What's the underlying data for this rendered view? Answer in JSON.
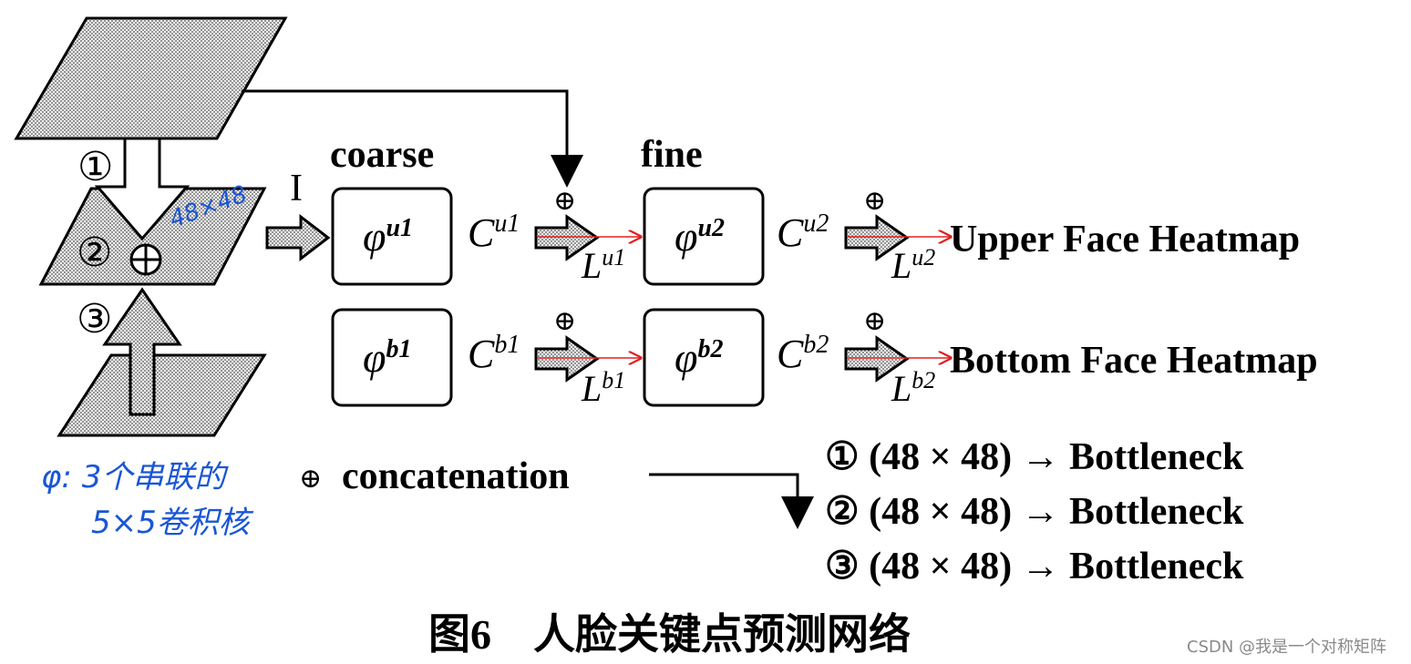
{
  "labels": {
    "coarse": "coarse",
    "fine": "fine",
    "input": "I",
    "step1": "①",
    "step2": "②",
    "step3": "③",
    "oplus": "⊕",
    "concat_symbol": "⊕",
    "concatenation": "concatenation",
    "upper_output": "Upper Face Heatmap",
    "bottom_output": "Bottom Face Heatmap"
  },
  "modules": {
    "phi_u1": {
      "base": "φ",
      "sup": "u1"
    },
    "phi_u2": {
      "base": "φ",
      "sup": "u2"
    },
    "phi_b1": {
      "base": "φ",
      "sup": "b1"
    },
    "phi_b2": {
      "base": "φ",
      "sup": "b2"
    }
  },
  "features": {
    "c_u1": {
      "base": "C",
      "sup": "u1"
    },
    "c_u2": {
      "base": "C",
      "sup": "u2"
    },
    "c_b1": {
      "base": "C",
      "sup": "b1"
    },
    "c_b2": {
      "base": "C",
      "sup": "b2"
    }
  },
  "losses": {
    "l_u1": {
      "base": "L",
      "sup": "u1"
    },
    "l_u2": {
      "base": "L",
      "sup": "u2"
    },
    "l_b1": {
      "base": "L",
      "sup": "b1"
    },
    "l_b2": {
      "base": "L",
      "sup": "b2"
    }
  },
  "legend": [
    "① (48 × 48) → Bottleneck",
    "② (48 × 48) → Bottleneck",
    "③ (48 × 48) → Bottleneck"
  ],
  "annotations": {
    "size_note": "48×48",
    "phi_note_line1": "φ: 3个串联的",
    "phi_note_line2": "5×5卷积核"
  },
  "caption": "图6　人脸关键点预测网络",
  "watermark": "CSDN @我是一个对称矩阵",
  "colors": {
    "stroke": "#000000",
    "hatched_fill": "#d6d6d6",
    "loss_arrow": "#e02020",
    "handwriting": "#1a56d6",
    "watermark": "#8a8a8a"
  }
}
